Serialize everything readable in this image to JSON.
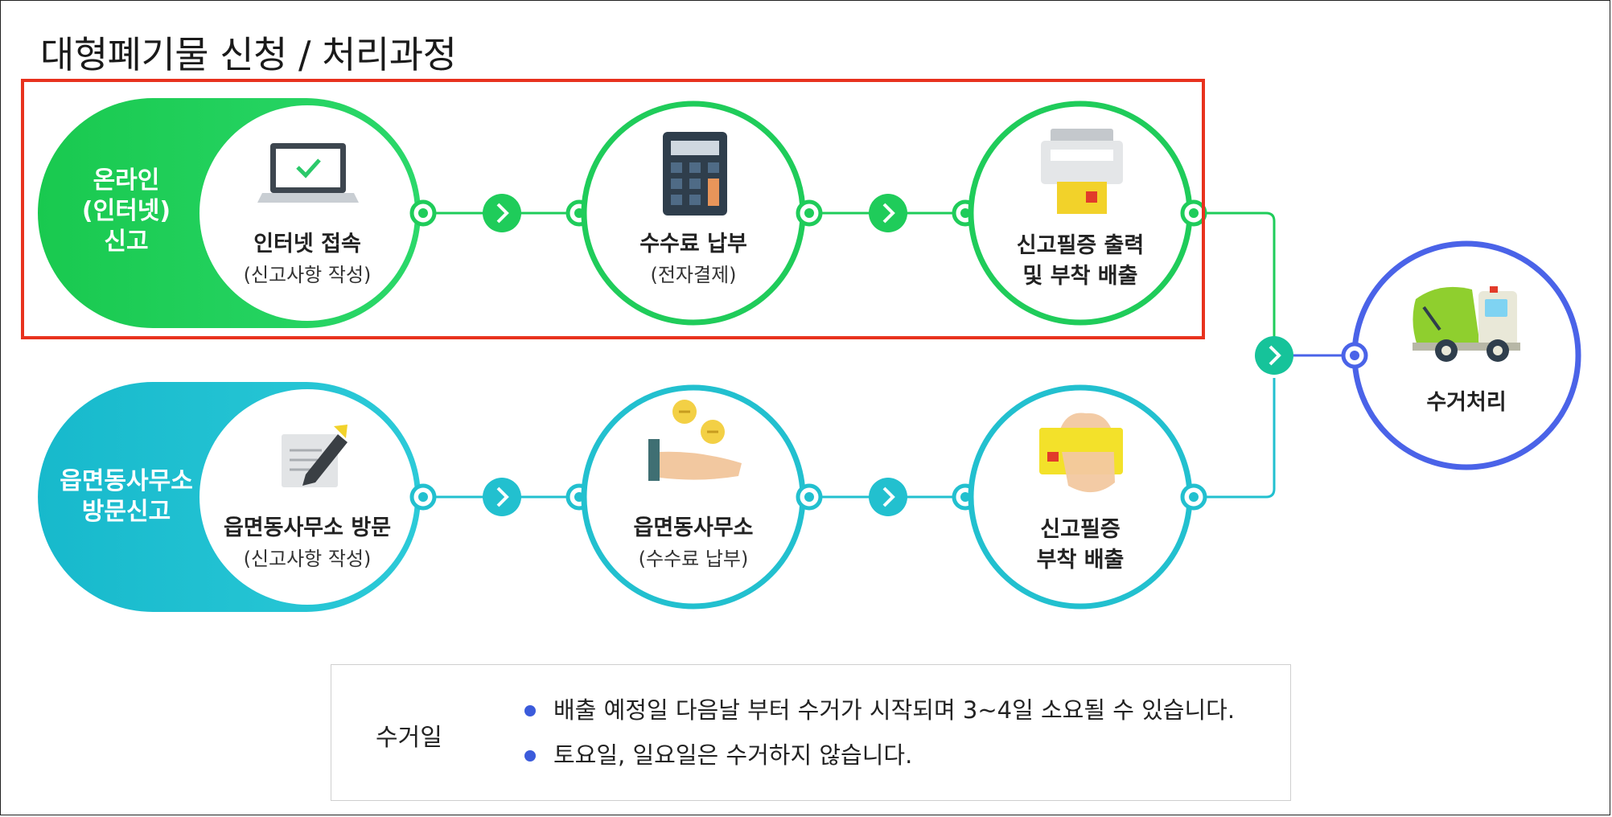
{
  "title": "대형폐기물 신청 / 처리과정",
  "online_row": {
    "pill_lines": [
      "온라인",
      "(인터넷)",
      "신고"
    ],
    "steps": [
      {
        "main": "인터넷 접속",
        "sub": "(신고사항 작성)",
        "icon": "laptop-check-icon"
      },
      {
        "main": "수수료 납부",
        "sub": "(전자결제)",
        "icon": "calculator-icon"
      },
      {
        "main": "신고필증 출력",
        "main2": "및 부착 배출",
        "icon": "printer-icon"
      }
    ]
  },
  "visit_row": {
    "pill_lines": [
      "읍면동사무소",
      "방문신고"
    ],
    "steps": [
      {
        "main": "읍면동사무소 방문",
        "sub": "(신고사항 작성)",
        "icon": "pen-paper-icon"
      },
      {
        "main": "읍면동사무소",
        "sub": "(수수료 납부)",
        "icon": "coins-hand-icon"
      },
      {
        "main": "신고필증",
        "main2": "부착 배출",
        "icon": "hand-card-icon"
      }
    ]
  },
  "final_step": {
    "label": "수거처리",
    "icon": "garbage-truck-icon"
  },
  "notice": {
    "heading": "수거일",
    "items": [
      "배출 예정일 다음날 부터 수거가 시작되며 3~4일 소요될 수 있습니다.",
      "토요일, 일요일은 수거하지 않습니다."
    ]
  },
  "colors": {
    "online_green": "#1fcc5a",
    "visit_teal": "#22c0cf",
    "final_blue": "#4a63e8",
    "highlight_red": "#e8321e",
    "bullet_blue": "#3b5bdb"
  }
}
